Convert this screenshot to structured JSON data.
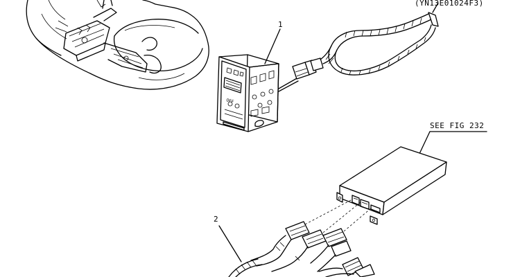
{
  "labels": {
    "part_1": "1",
    "part_2": "2",
    "part_number": "(YN13E01024F3)",
    "see_fig": "SEE FIG 232",
    "panel_text": "OFF"
  }
}
